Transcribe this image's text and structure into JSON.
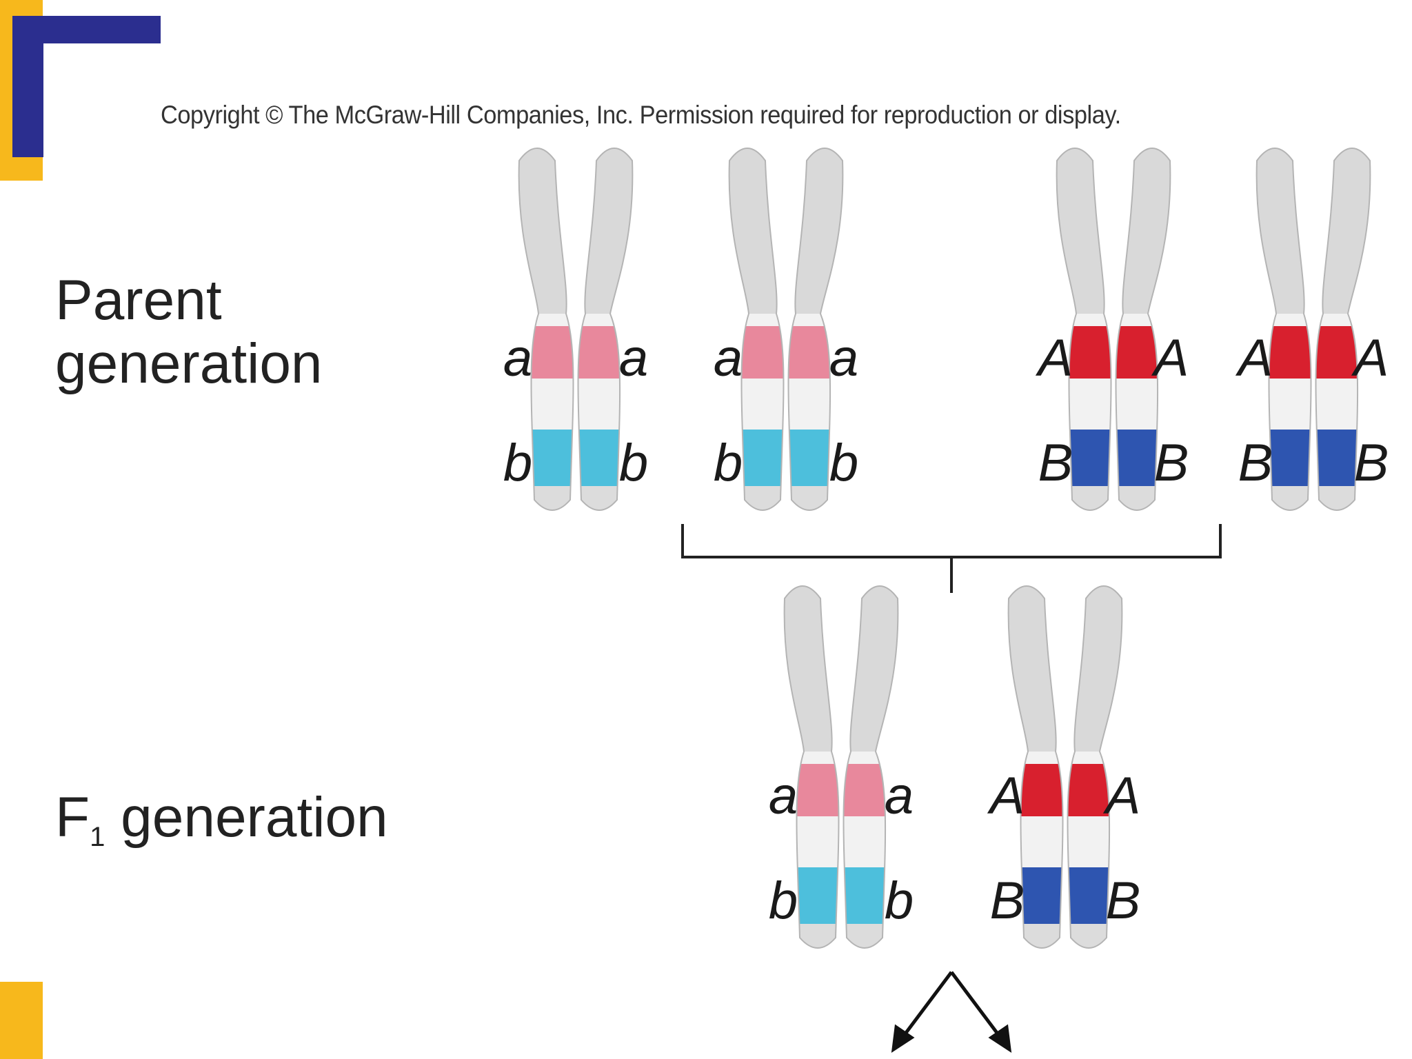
{
  "copyright": "Copyright © The McGraw-Hill Companies, Inc. Permission required for reproduction or display.",
  "labels": {
    "parent": [
      "Parent",
      "generation"
    ],
    "f1_prefix": "F",
    "f1_sub": "1",
    "f1_suffix": " generation"
  },
  "colors": {
    "frame_blue": "#2b2e8f",
    "frame_yellow": "#f7b81c",
    "chromatid_grey": "#d9d9d9",
    "light_pink": "#e8889c",
    "light_blue": "#4dbfdc",
    "dark_red": "#d8202e",
    "dark_blue": "#2e55b0"
  },
  "chromosomes": {
    "parent": [
      {
        "allele_1": "a",
        "allele_2": "b",
        "band_1": "light_pink",
        "band_2": "light_blue"
      },
      {
        "allele_1": "a",
        "allele_2": "b",
        "band_1": "light_pink",
        "band_2": "light_blue"
      },
      {
        "allele_1": "A",
        "allele_2": "B",
        "band_1": "dark_red",
        "band_2": "dark_blue"
      },
      {
        "allele_1": "A",
        "allele_2": "B",
        "band_1": "dark_red",
        "band_2": "dark_blue"
      }
    ],
    "f1": [
      {
        "allele_1": "a",
        "allele_2": "b",
        "band_1": "light_pink",
        "band_2": "light_blue"
      },
      {
        "allele_1": "A",
        "allele_2": "B",
        "band_1": "dark_red",
        "band_2": "dark_blue"
      }
    ]
  }
}
